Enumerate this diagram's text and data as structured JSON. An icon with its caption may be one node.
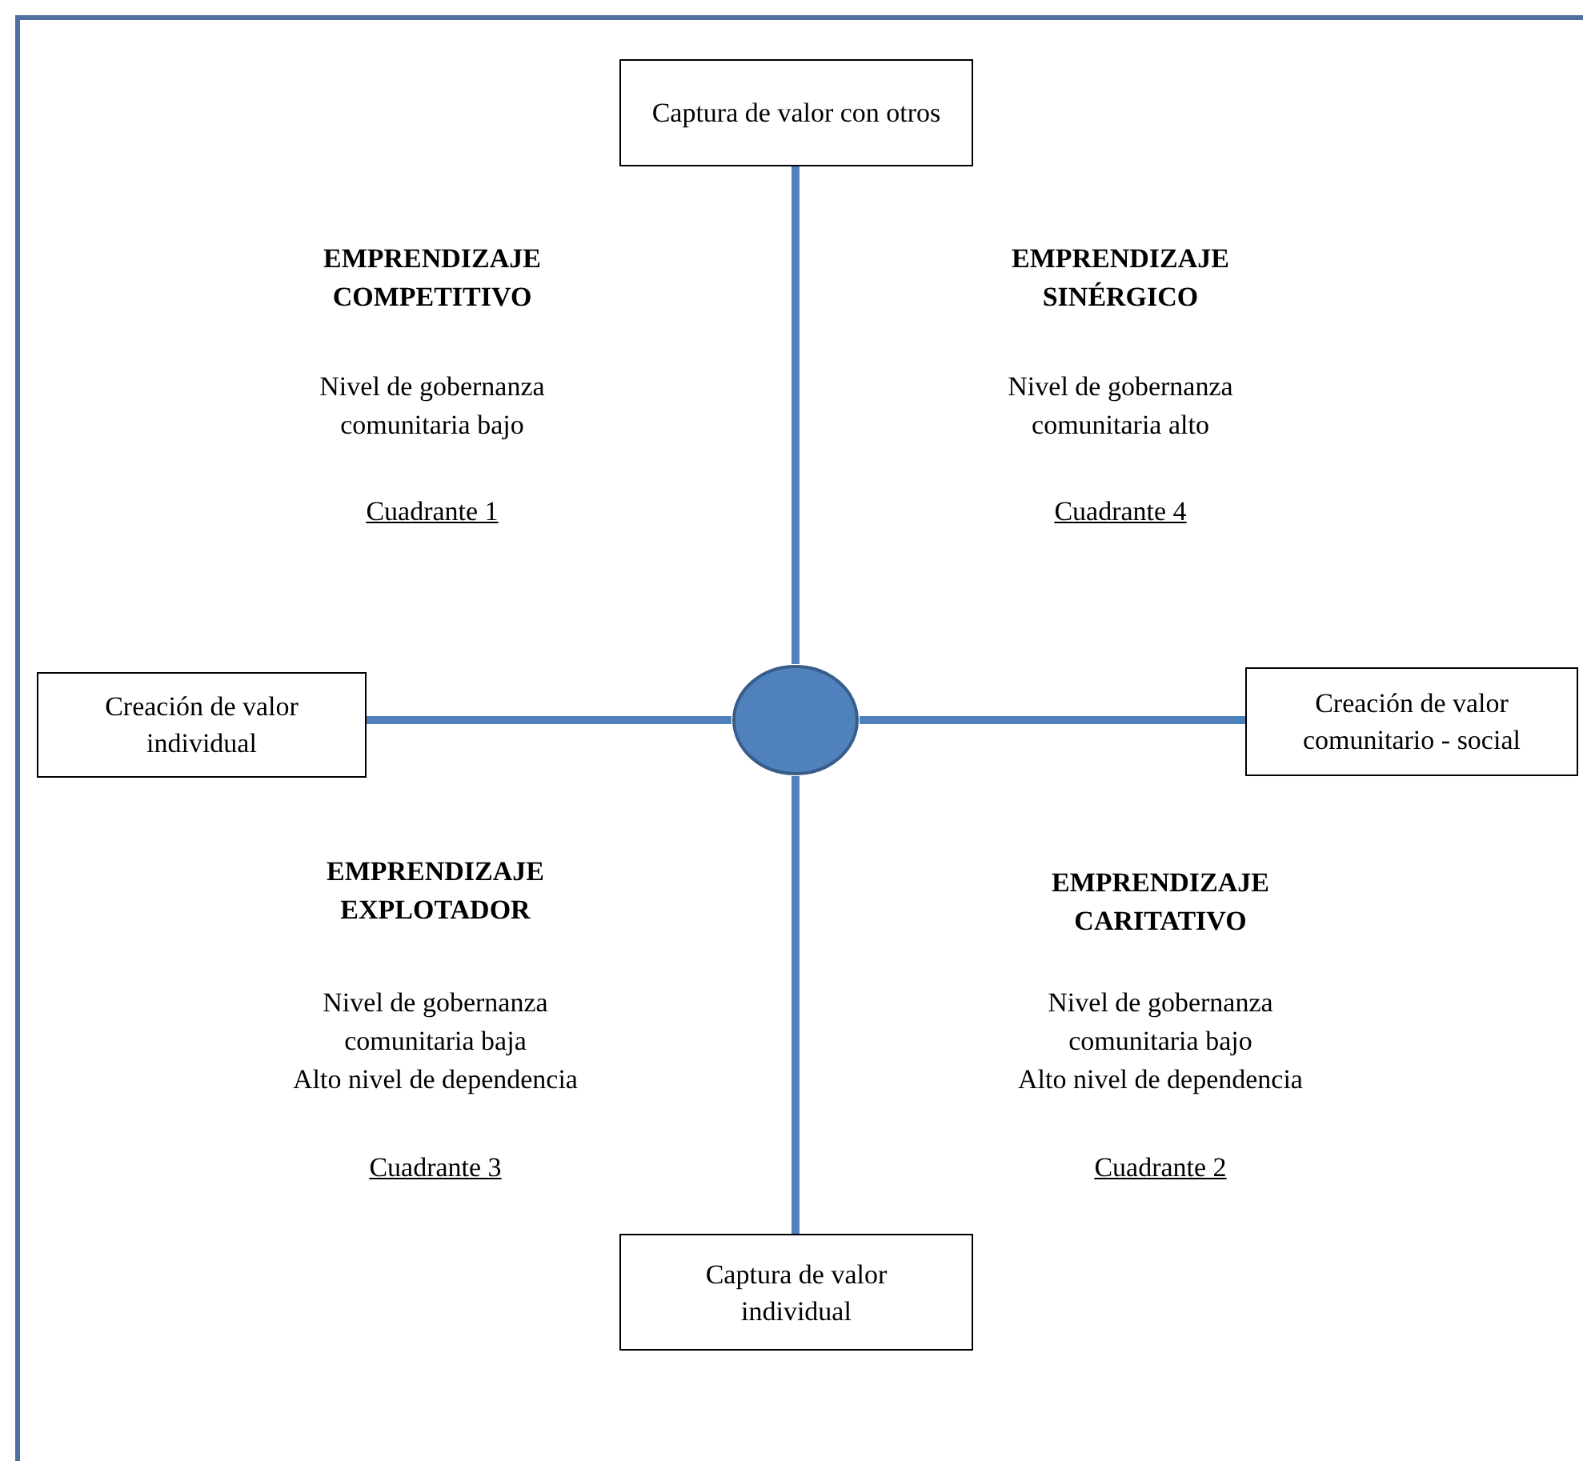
{
  "diagram": {
    "nodes": [
      {
        "text": [
          "Captura de valor con otros"
        ]
      },
      {
        "text": [
          "Creación de valor individual"
        ]
      },
      {
        "text": [],
        "shape": "circle"
      },
      {
        "text": [
          "Creación de valor comunitario - social"
        ]
      },
      {
        "text": [
          "Captura de valor individual"
        ]
      }
    ],
    "edges": [
      {
        "from": 2,
        "to": 0,
        "arrow": "none"
      },
      {
        "from": 2,
        "to": 1,
        "arrow": "none"
      },
      {
        "from": 2,
        "to": 3,
        "arrow": "none"
      },
      {
        "from": 2,
        "to": 4,
        "arrow": "none"
      }
    ],
    "labels": [
      "EMPRENDIZAJE COMPETITIVO",
      "Nivel de gobernanza comunitaria bajo",
      "Cuadrante 1",
      "EMPRENDIZAJE SINÉRGICO",
      "Nivel de gobernanza comunitaria alto",
      "Cuadrante 4",
      "EMPRENDIZAJE EXPLOTADOR",
      "Nivel de gobernanza comunitaria baja",
      "Alto nivel de dependencia",
      "Cuadrante 3",
      "EMPRENDIZAJE CARITATIVO",
      "Nivel de gobernanza comunitaria bajo",
      "Alto nivel de dependencia",
      "Cuadrante 2"
    ]
  }
}
